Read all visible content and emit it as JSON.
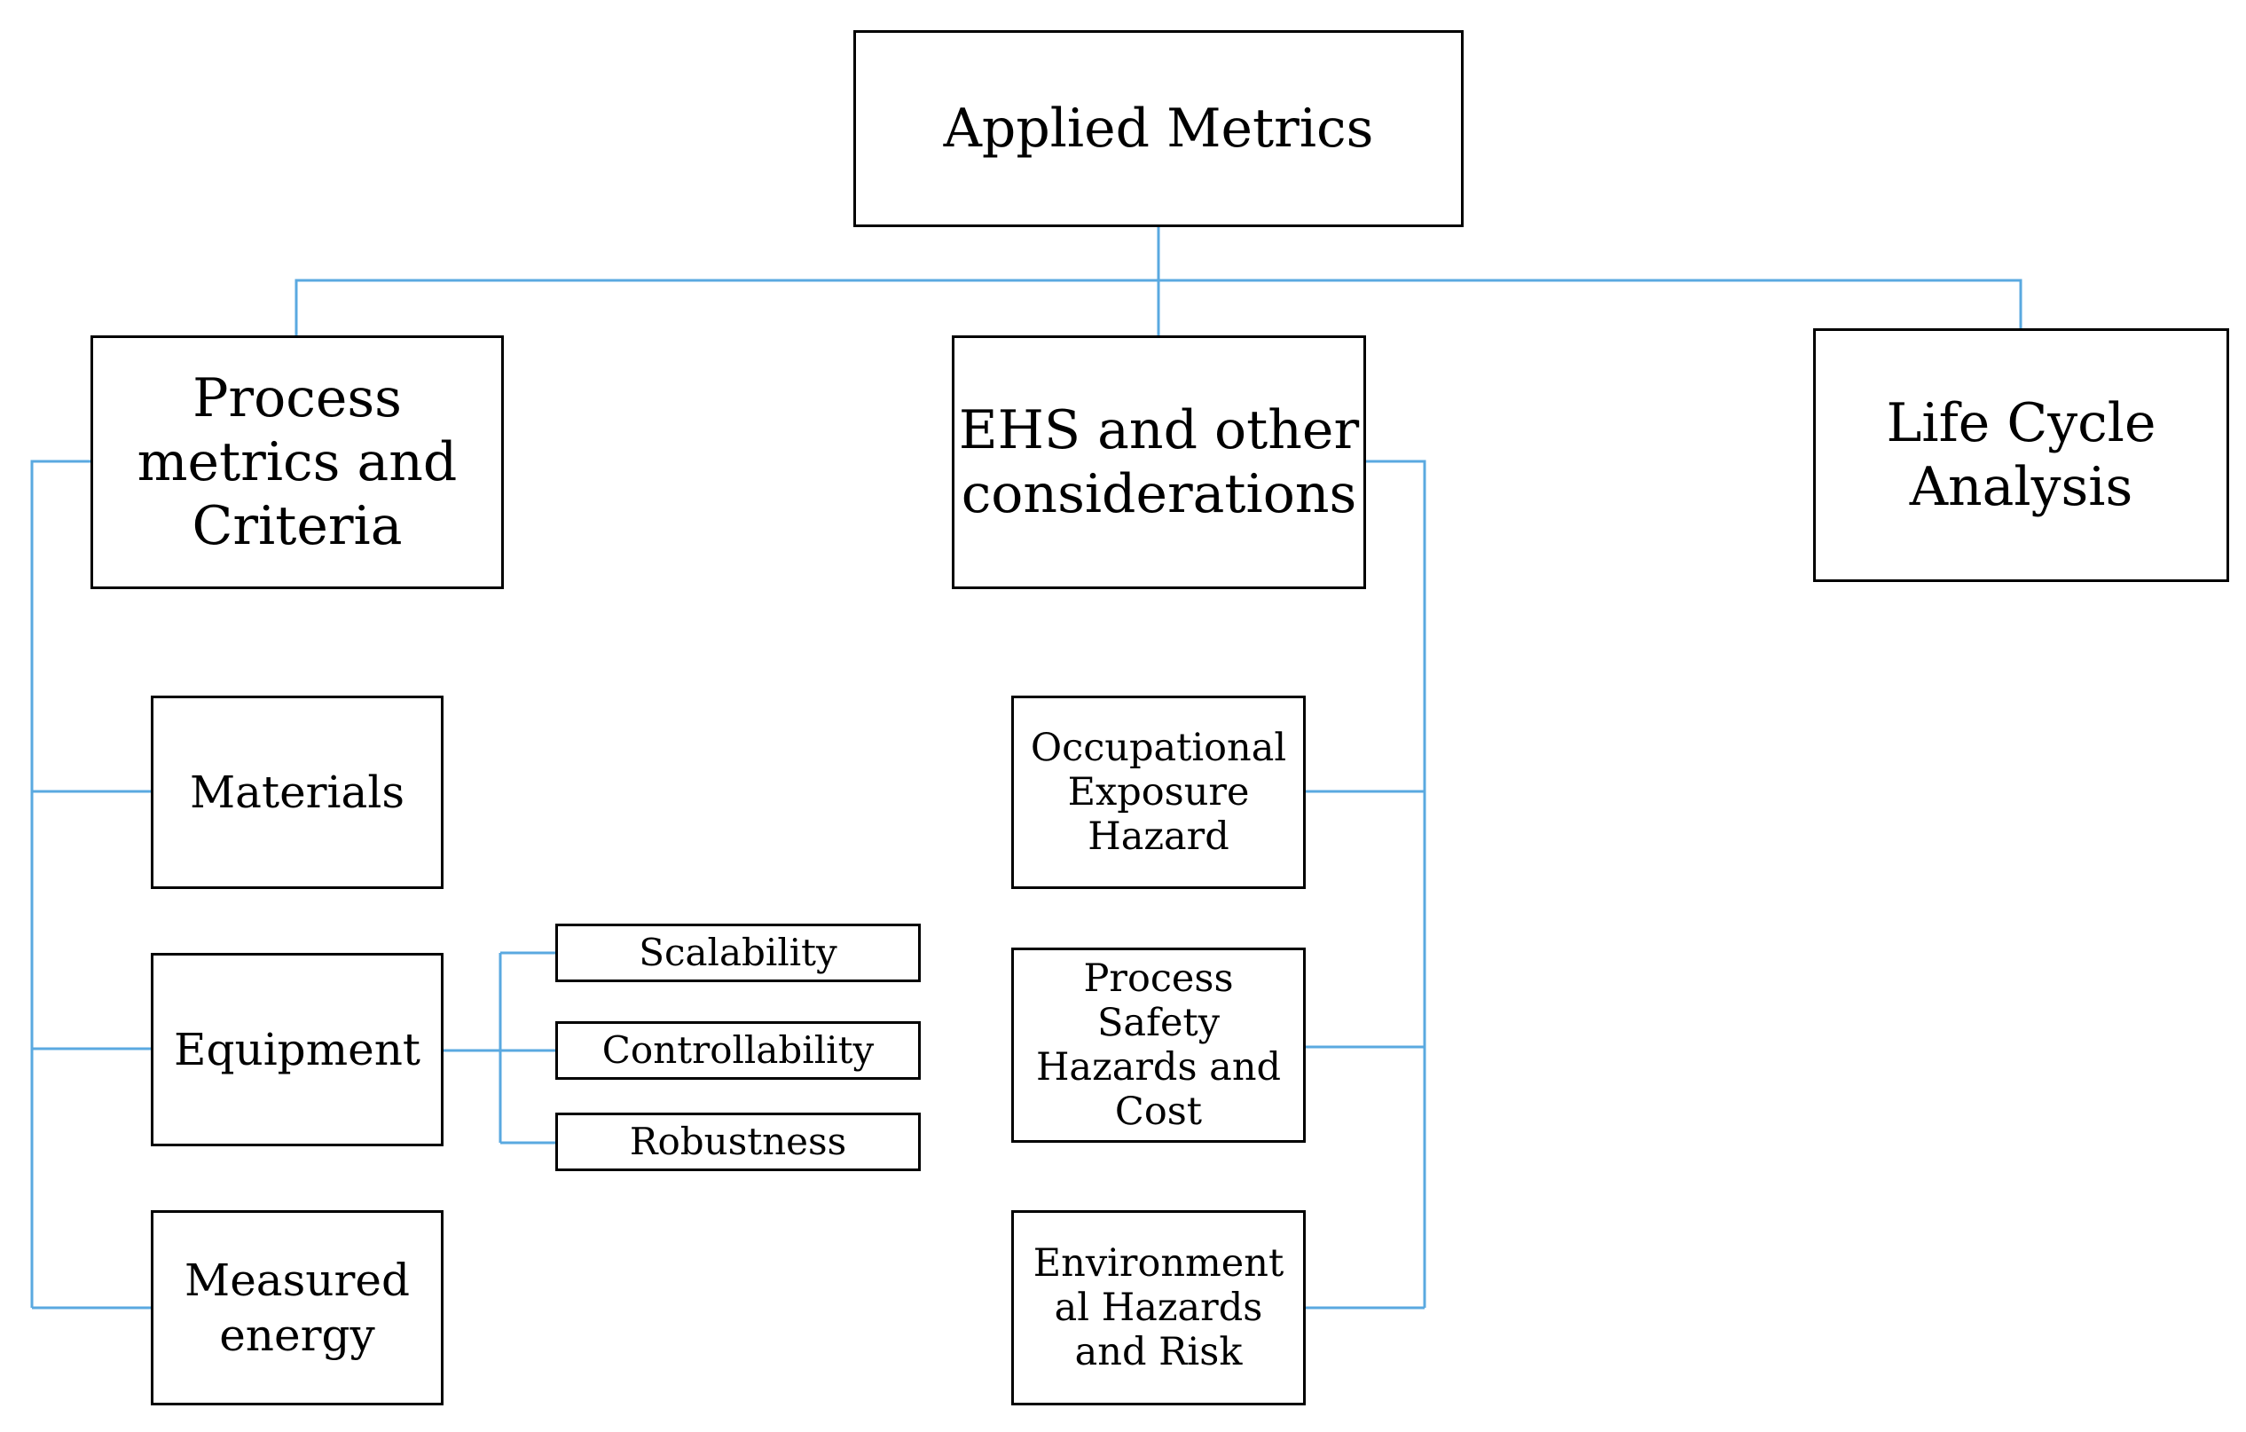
{
  "diagram": {
    "root": {
      "label": "Applied Metrics"
    },
    "branches": {
      "process": {
        "label": "Process\nmetrics and\nCriteria"
      },
      "ehs": {
        "label": "EHS and other\nconsiderations"
      },
      "lca": {
        "label": "Life Cycle\nAnalysis"
      }
    },
    "process_children": {
      "materials": {
        "label": "Materials"
      },
      "equipment": {
        "label": "Equipment"
      },
      "energy": {
        "label": "Measured\nenergy"
      }
    },
    "equipment_children": {
      "scalability": {
        "label": "Scalability"
      },
      "controllability": {
        "label": "Controllability"
      },
      "robustness": {
        "label": "Robustness"
      }
    },
    "ehs_children": {
      "occupational": {
        "label": "Occupational\nExposure\nHazard"
      },
      "safety": {
        "label": "Process\nSafety\nHazards and\nCost"
      },
      "environmental": {
        "label": "Environment\nal Hazards\nand Risk"
      }
    },
    "colors": {
      "connector": "#5aa9e0",
      "border": "#000000"
    }
  }
}
